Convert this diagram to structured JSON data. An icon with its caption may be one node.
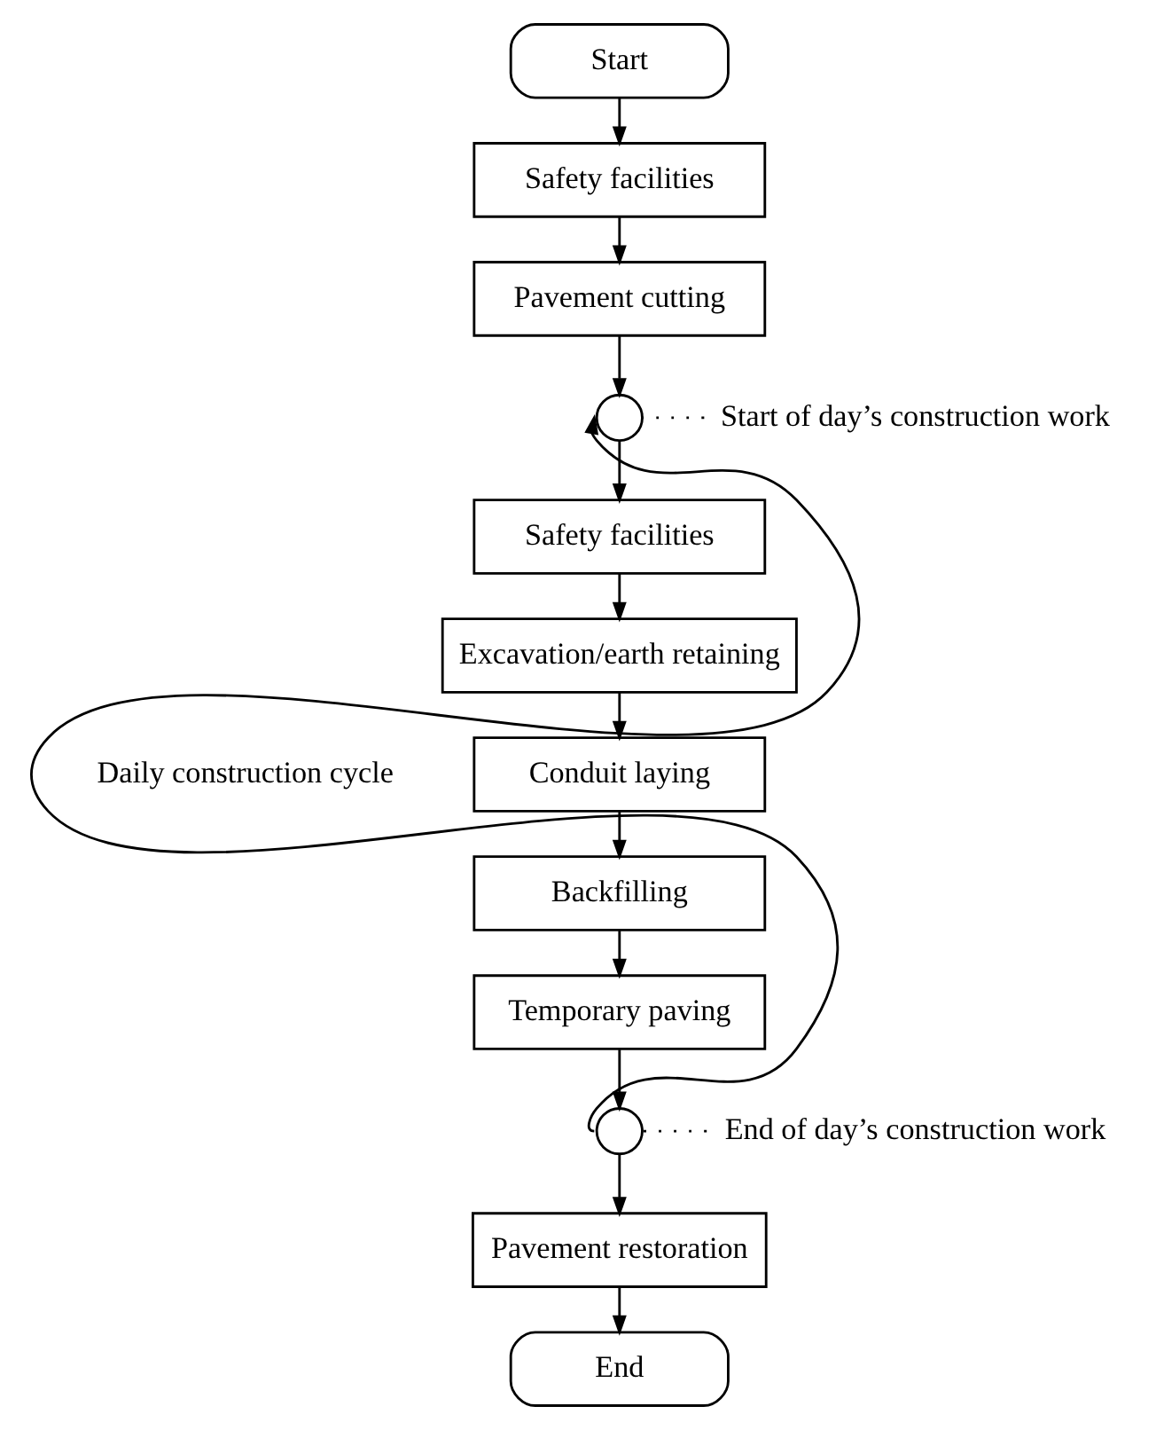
{
  "diagram": {
    "nodes": [
      {
        "text": [
          "Start"
        ]
      },
      {
        "text": [
          "Safety facilities"
        ]
      },
      {
        "text": [
          "Pavement cutting"
        ]
      },
      {
        "text": [],
        "shape": "circle"
      },
      {
        "text": [
          "Start of day’s construction work"
        ]
      },
      {
        "text": [
          "Safety facilities"
        ]
      },
      {
        "text": [
          "Excavation/earth retaining"
        ]
      },
      {
        "text": [
          "Conduit laying"
        ]
      },
      {
        "text": [
          "Backfilling"
        ]
      },
      {
        "text": [
          "Temporary paving"
        ]
      },
      {
        "text": [],
        "shape": "circle"
      },
      {
        "text": [
          "End of day’s construction work"
        ]
      },
      {
        "text": [
          "Pavement restoration"
        ]
      },
      {
        "text": [
          "End"
        ]
      }
    ],
    "edges": [
      {
        "from": 0,
        "to": 1,
        "arrow": "to"
      },
      {
        "from": 1,
        "to": 2,
        "arrow": "to"
      },
      {
        "from": 2,
        "to": 3,
        "arrow": "to"
      },
      {
        "from": 4,
        "to": 3,
        "arrow": "none",
        "style": "dashed"
      },
      {
        "from": 3,
        "to": 5,
        "arrow": "to"
      },
      {
        "from": 5,
        "to": 6,
        "arrow": "to"
      },
      {
        "from": 6,
        "to": 7,
        "arrow": "to"
      },
      {
        "from": 7,
        "to": 8,
        "arrow": "to"
      },
      {
        "from": 8,
        "to": 9,
        "arrow": "to"
      },
      {
        "from": 9,
        "to": 10,
        "arrow": "to"
      },
      {
        "from": 11,
        "to": 10,
        "arrow": "none",
        "style": "dashed"
      },
      {
        "from": 10,
        "to": 3,
        "arrow": "to"
      },
      {
        "from": 10,
        "to": 12,
        "arrow": "to"
      },
      {
        "from": 12,
        "to": 13,
        "arrow": "to"
      }
    ],
    "labels": [
      "Daily construction cycle"
    ]
  }
}
